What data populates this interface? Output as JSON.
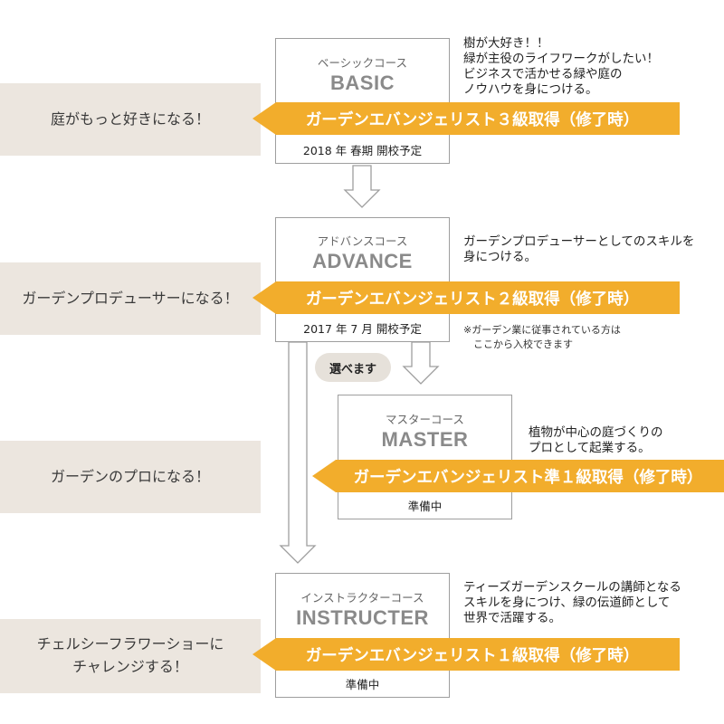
{
  "colors": {
    "banner": "#f2ad2c",
    "goal_bg": "#ece6df",
    "pill_bg": "#e6e1da",
    "card_border": "#9e9e9e"
  },
  "goals": [
    "庭がもっと好きになる！",
    "ガーデンプロデューサーになる！",
    "ガーデンのプロになる！",
    "チェルシーフラワーショーに\nチャレンジする！"
  ],
  "courses": [
    {
      "sub": "ベーシックコース",
      "name": "BASIC",
      "banner": "ガーデンエバンジェリスト３級取得（修了時）",
      "footer": "2018 年 春期 開校予定",
      "description": "樹が大好き！！\n緑が主役のライフワークがしたい！\nビジネスで活かせる緑や庭の\nノウハウを身につける。"
    },
    {
      "sub": "アドバンスコース",
      "name": "ADVANCE",
      "banner": "ガーデンエバンジェリスト２級取得（修了時）",
      "footer": "2017 年 7 月 開校予定",
      "description": "ガーデンプロデューサーとしてのスキルを\n身につける。",
      "note": "※ガーデン業に従事されている方は\n　ここから入校できます"
    },
    {
      "sub": "マスターコース",
      "name": "MASTER",
      "banner": "ガーデンエバンジェリスト準１級取得（修了時）",
      "footer": "準備中",
      "description": "植物が中心の庭づくりの\nプロとして起業する。"
    },
    {
      "sub": "インストラクターコース",
      "name": "INSTRUCTER",
      "banner": "ガーデンエバンジェリスト１級取得（修了時）",
      "footer": "準備中",
      "description": "ティーズガーデンスクールの講師となる\nスキルを身につけ、緑の伝道師として\n世界で活躍する。"
    }
  ],
  "choice_label": "選べます"
}
